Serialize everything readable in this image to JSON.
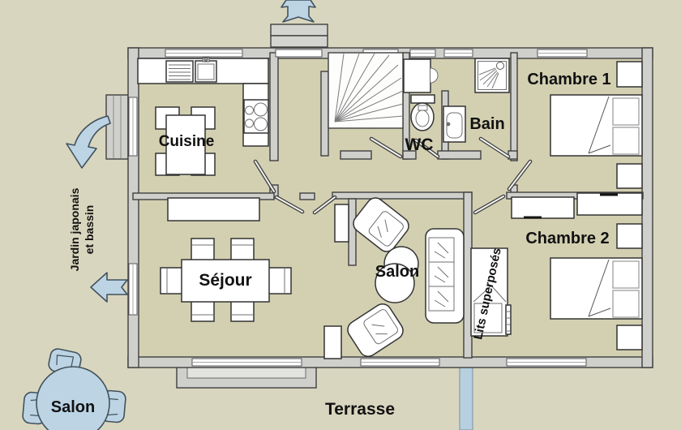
{
  "labels": {
    "cuisine": "Cuisine",
    "sejour": "Séjour",
    "salon_interieur": "Salon",
    "wc": "WC",
    "bain": "Bain",
    "chambre1": "Chambre 1",
    "chambre2": "Chambre 2",
    "lits_superposes": "Lits superposés",
    "terrasse": "Terrasse",
    "jardin_ligne1": "Jardin japonais",
    "jardin_ligne2": "et bassin",
    "salon_exterieur": "Salon"
  },
  "colors": {
    "exterior_background": "#d9d6bf",
    "interior_floor": "#d3d0b2",
    "wall_fill": "#cfcfcc",
    "outline": "#3f3f3f",
    "furniture": "#ffffff",
    "accent_blue": "#bcd4e4",
    "text": "#111111"
  },
  "icons": {
    "entrance_arrow": "block-arrow-up",
    "garden_view_arrow": "curved-arrow-down-left",
    "garden_access_arrow": "block-arrow-left"
  }
}
